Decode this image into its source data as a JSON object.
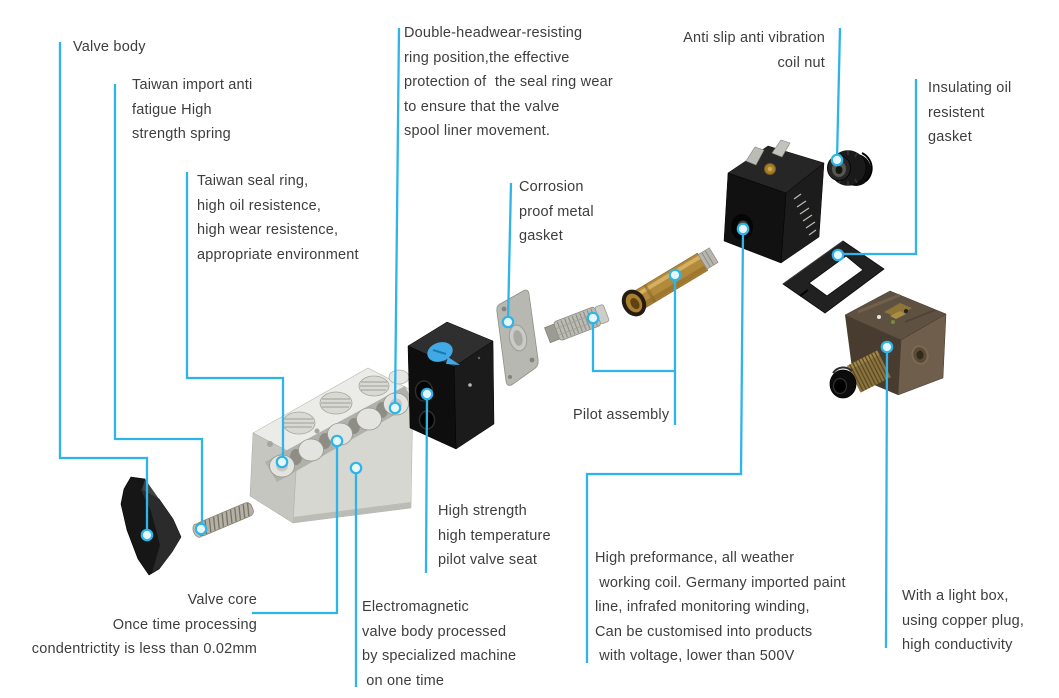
{
  "diagram": {
    "title": "Solenoid valve exploded parts diagram",
    "accent_color": "#2fb4e9",
    "dot_fill": "#e6f6fd",
    "background": "#ffffff",
    "labels": {
      "valve_body": "Valve body",
      "spring": "Taiwan import anti\nfatigue High\nstrength spring",
      "seal_ring": "Taiwan seal ring,\nhigh oil resistence,\nhigh wear resistence,\nappropriate environment",
      "double_headwear": "Double-headwear-resisting\nring position,the effective\nprotection of  the seal ring wear\nto ensure that the valve\nspool liner movement.",
      "corrosion": "Corrosion\nproof metal\ngasket",
      "anti_slip": "Anti slip anti vibration\ncoil nut",
      "insulating": "Insulating oil\nresistent\ngasket",
      "pilot_assembly": "Pilot assembly",
      "high_strength": "High strength\nhigh temperature\npilot valve seat",
      "valve_core": "Valve core\nOnce time processing\ncondentrictity is less than 0.02mm",
      "electromagnetic": "Electromagnetic\nvalve body processed\nby specialized machine\n on one time",
      "high_preformance": "High preformance, all weather\n working coil. Germany imported paint\nline, infrafed monitoring winding,\nCan be customised into products\n with voltage, lower than 500V",
      "light_box": "With a light box,\nusing copper plug,\nhigh conductivity"
    },
    "parts": [
      "valve-core-wedge",
      "return-spring",
      "valve-body-block",
      "pilot-valve-seat",
      "corrosion-proof-gasket",
      "pilot-plunger",
      "pilot-assembly-tube",
      "solenoid-coil",
      "coil-nut",
      "insulating-gasket",
      "light-box-connector"
    ]
  }
}
